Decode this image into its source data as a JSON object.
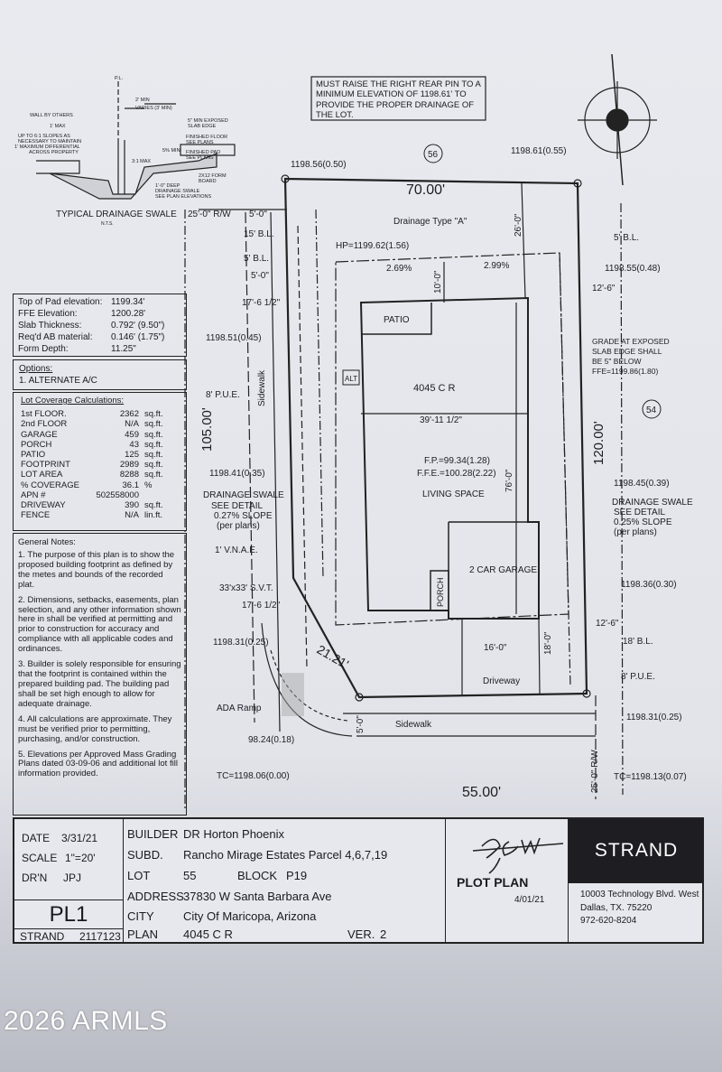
{
  "note_box": "MUST RAISE THE RIGHT REAR PIN TO A MINIMUM ELEVATION OF 1198.61' TO PROVIDE THE PROPER DRAINAGE OF THE LOT.",
  "detail": {
    "title": "TYPICAL DRAINAGE SWALE",
    "nts": "N.T.S.",
    "labels": [
      "P.L.",
      "2' MIN",
      "VARIES (3' MIN)",
      "WALL BY OTHERS",
      "1' MAX",
      "UP TO 6:1 SLOPES AS",
      "NECESSARY TO MAINTAIN",
      "1' MAXIMUM DIFFERENTIAL",
      "ACROSS PROPERTY",
      "5\" MIN EXPOSED",
      "SLAB EDGE",
      "FINISHED FLOOR",
      "SEE PLANS",
      "FINISHED PAD",
      "SEE PLANS",
      "3:1 MAX",
      "5% MIN",
      "1'-0\" DEEP",
      "DRAINAGE SWALE",
      "SEE PLAN ELEVATIONS",
      "2X12 FORM",
      "BOARD"
    ]
  },
  "pad_info": [
    {
      "label": "Top of Pad elevation:",
      "value": "1199.34'"
    },
    {
      "label": "FFE Elevation:",
      "value": "1200.28'"
    },
    {
      "label": "Slab Thickness:",
      "value": "0.792' (9.50\")"
    },
    {
      "label": "Req'd AB material:",
      "value": "0.146' (1.75\")"
    },
    {
      "label": "Form Depth:",
      "value": "11.25\""
    }
  ],
  "options": {
    "title": "Options:",
    "items": [
      "1. ALTERNATE A/C"
    ]
  },
  "coverage": {
    "title": "Lot Coverage Calculations:",
    "rows": [
      {
        "label": "1st FLOOR.",
        "value": "2362",
        "unit": "sq.ft."
      },
      {
        "label": "2nd FLOOR",
        "value": "N/A",
        "unit": "sq.ft."
      },
      {
        "label": "GARAGE",
        "value": "459",
        "unit": "sq.ft."
      },
      {
        "label": "PORCH",
        "value": "43",
        "unit": "sq.ft."
      },
      {
        "label": "PATIO",
        "value": "125",
        "unit": "sq.ft."
      },
      {
        "label": "FOOTPRINT",
        "value": "2989",
        "unit": "sq.ft."
      },
      {
        "label": "LOT AREA",
        "value": "8288",
        "unit": "sq.ft."
      },
      {
        "label": "% COVERAGE",
        "value": "36.1",
        "unit": "%"
      },
      {
        "label": "APN #",
        "value": "502558000",
        "unit": ""
      },
      {
        "label": "DRIVEWAY",
        "value": "390",
        "unit": "sq.ft."
      },
      {
        "label": "FENCE",
        "value": "N/A",
        "unit": "lin.ft."
      }
    ]
  },
  "general_notes": {
    "title": "General Notes:",
    "items": [
      "1. The purpose of this plan is to show the proposed building footprint as defined by the metes and bounds of the recorded plat.",
      "2. Dimensions, setbacks, easements, plan selection, and any other information shown here in shall be verified at permitting and prior to construction for accuracy and compliance with all applicable codes and ordinances.",
      "3. Builder is solely responsible for ensuring that the footprint is contained within the prepared building pad. The building pad shall be set high enough to allow for adequate drainage.",
      "4. All calculations are approximate. They must be verified prior to permitting, purchasing, and/or construction.",
      "5. Elevations per Approved Mass Grading Plans dated 03-09-06 and additional lot fill information provided."
    ]
  },
  "plan": {
    "lot_56": "56",
    "lot_54": "54",
    "top_dim": "70.00'",
    "bottom_dim": "55.00'",
    "left_dim": "105.00'",
    "right_dim": "120.00'",
    "corner_dim": "21.21'",
    "el_tl": "1198.56(0.50)",
    "el_tr": "1198.61(0.55)",
    "el_r1": "1198.55(0.48)",
    "el_l1": "1198.51(0.45)",
    "el_l2": "1198.41(0.35)",
    "el_r2": "1198.45(0.39)",
    "el_r3": "1198.36(0.30)",
    "el_l3": "1198.31(0.25)",
    "el_br": "1198.31(0.25)",
    "el_ramp": "98.24(0.18)",
    "tc_left": "TC=1198.06(0.00)",
    "tc_right": "TC=1198.13(0.07)",
    "hp": "HP=1199.62(1.56)",
    "slope1": "2.69%",
    "slope2": "2.99%",
    "drainage_type": "Drainage Type \"A\"",
    "rw_top": "25'-0\" R/W",
    "rw_right": "25'-0\" R/W",
    "d5": "5'-0\"",
    "bl15": "15' B.L.",
    "bl5l": "5' B.L.",
    "d5b": "5'-0\"",
    "d17a": "17'-6 1/2\"",
    "d17b": "17'-6 1/2\"",
    "pue_l": "8' P.U.E.",
    "pue_r": "8' P.U.E.",
    "bl5r": "5' B.L.",
    "d12a": "12'-6\"",
    "d12b": "12'-6\"",
    "bl18": "18' B.L.",
    "sidewalk_l": "Sidewalk",
    "sidewalk_b": "Sidewalk",
    "d26": "26'-0\"",
    "d10": "10'-0\"",
    "d39": "39'-11 1/2\"",
    "d76": "76'-0\"",
    "d18": "18'-0\"",
    "d16": "16'-0\"",
    "d5c": "5'-0\"",
    "patio": "PATIO",
    "alt": "ALT",
    "house": "4045 C R",
    "fp": "F.P.=99.34(1.28)",
    "ffe": "F.F.E.=100.28(2.22)",
    "living": "LIVING SPACE",
    "garage": "2 CAR GARAGE",
    "porch": "PORCH",
    "driveway": "Driveway",
    "ada": "ADA Ramp",
    "vnae": "1' V.N.A.E.",
    "svt": "33'x33' S.V.T.",
    "swale_l": [
      "DRAINAGE SWALE",
      "SEE DETAIL",
      "0.27% SLOPE",
      "(per plans)"
    ],
    "swale_r": [
      "DRAINAGE SWALE",
      "SEE DETAIL",
      "0.25% SLOPE",
      "(per plans)"
    ],
    "grade": [
      "GRADE AT EXPOSED",
      "SLAB EDGE SHALL",
      "BE 5\" BELOW",
      "FFE=1199.86(1.80)"
    ]
  },
  "title_block": {
    "date_label": "DATE",
    "date": "3/31/21",
    "scale_label": "SCALE",
    "scale": "1\"=20'",
    "drn_label": "DR'N",
    "drn": "JPJ",
    "sheet": "PL1",
    "job_label": "STRAND",
    "job": "2117123",
    "builder_label": "BUILDER",
    "builder": "DR Horton Phoenix",
    "subd_label": "SUBD.",
    "subd": "Rancho Mirage Estates Parcel 4,6,7,19",
    "lot_label": "LOT",
    "lot": "55",
    "block_label": "BLOCK",
    "block": "P19",
    "address_label": "ADDRESS",
    "address": "37830 W Santa Barbara Ave",
    "city_label": "CITY",
    "city": "City Of Maricopa, Arizona",
    "plan_label": "PLAN",
    "plan": "4045 C R",
    "ver_label": "VER.",
    "ver": "2",
    "doc_type": "PLOT PLAN",
    "sign_date": "4/01/21",
    "company": "STRAND",
    "company_address": [
      "10003 Technology Blvd. West",
      "Dallas, TX. 75220",
      "972-620-8204"
    ]
  },
  "watermark": "2026 ARMLS"
}
